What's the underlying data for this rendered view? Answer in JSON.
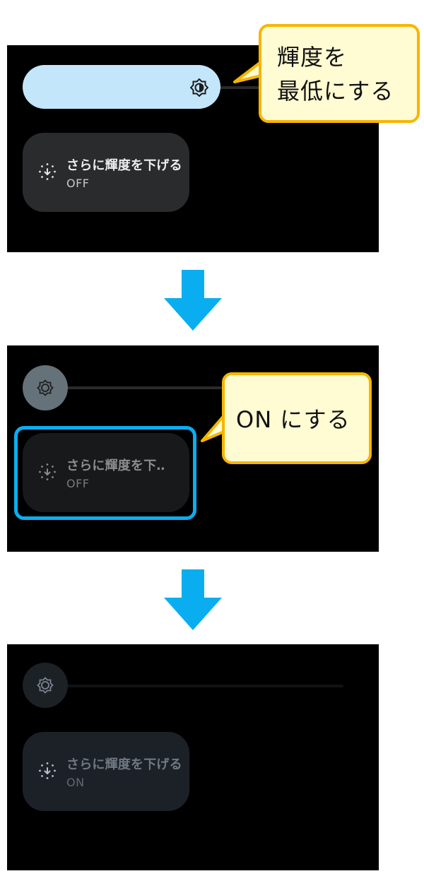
{
  "steps": [
    {
      "callout": {
        "line1": "輝度を",
        "line2": "最低にする"
      },
      "slider": {
        "icon": "brightness-auto-icon"
      },
      "tile": {
        "title": "さらに輝度を下げる",
        "status": "OFF",
        "icon": "extra-dim-icon"
      }
    },
    {
      "callout": {
        "text": "ON にする"
      },
      "slider": {
        "icon": "gear-icon"
      },
      "tile": {
        "title": "さらに輝度を下‥",
        "status": "OFF",
        "icon": "extra-dim-icon"
      }
    },
    {
      "slider": {
        "icon": "gear-icon"
      },
      "tile": {
        "title": "さらに輝度を下げる",
        "status": "ON",
        "icon": "extra-dim-icon"
      }
    }
  ],
  "colors": {
    "slider_active": "#c4e6fb",
    "tile_bg": "#2a2b2d",
    "callout_border": "#f7b500",
    "callout_fill": "#fffbd3",
    "arrow": "#0aaef0",
    "highlight": "#0aaef0"
  },
  "arrows": [
    "arrow-down-icon",
    "arrow-down-icon"
  ]
}
